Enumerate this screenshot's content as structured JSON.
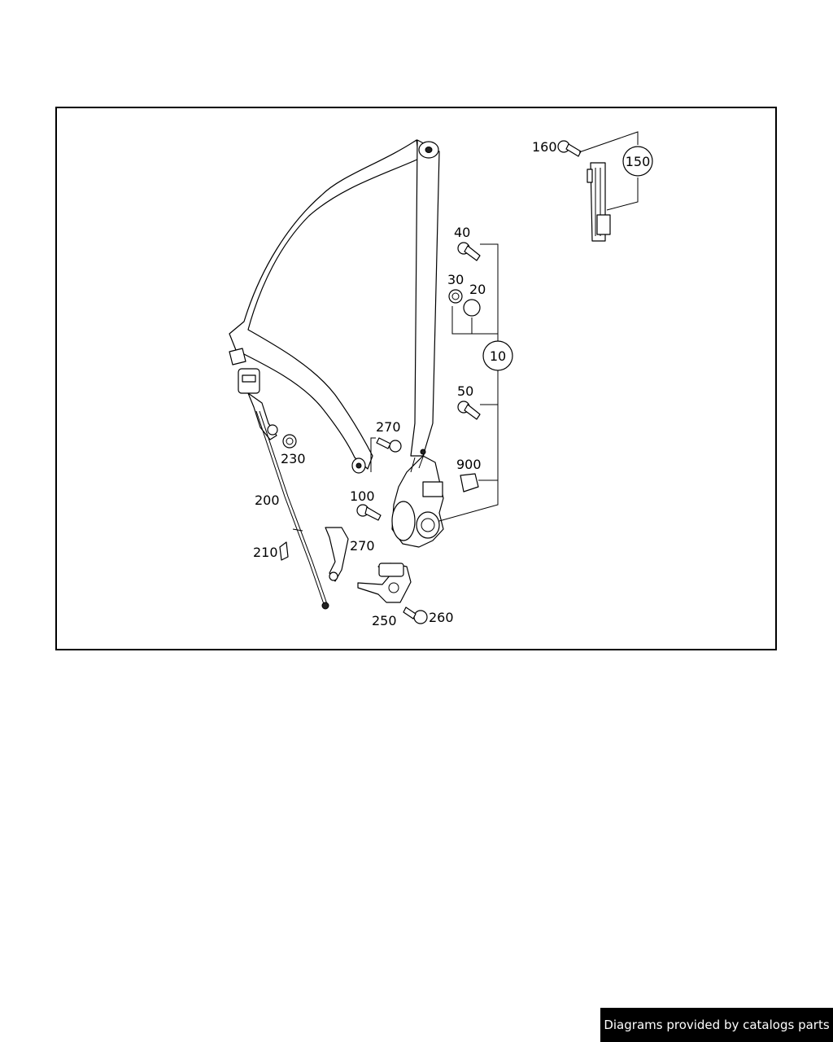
{
  "diagram": {
    "part_labels": {
      "p10": "10",
      "p20": "20",
      "p30": "30",
      "p40": "40",
      "p50": "50",
      "p100": "100",
      "p150": "150",
      "p160": "160",
      "p200": "200",
      "p210": "210",
      "p230": "230",
      "p250": "250",
      "p260": "260",
      "p270a": "270",
      "p270b": "270",
      "p900": "900"
    }
  },
  "footer": {
    "text": "Diagrams provided by catalogs parts"
  },
  "colors": {
    "background": "#ffffff",
    "line": "#000000",
    "footer_bg": "#000000",
    "footer_text": "#ffffff"
  }
}
